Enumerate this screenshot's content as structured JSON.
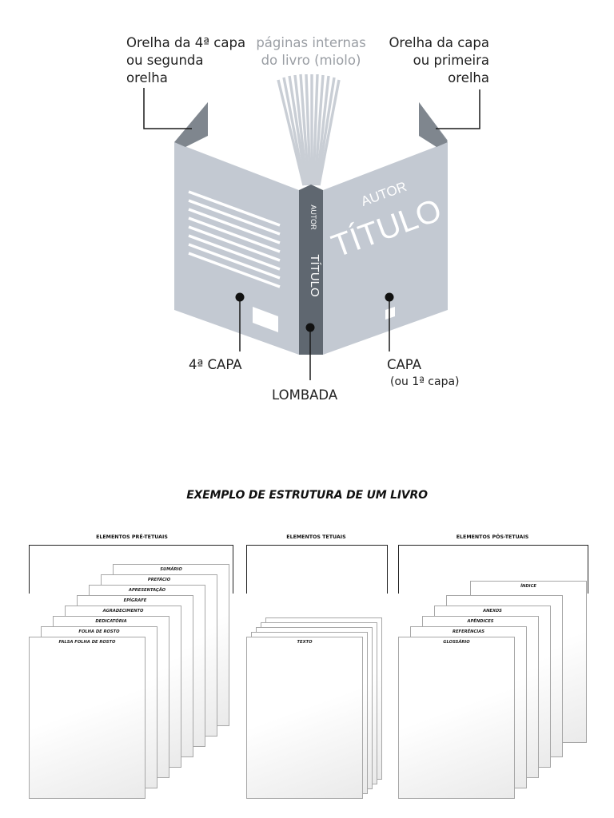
{
  "diagram": {
    "labels": {
      "back_flap": [
        "Orelha da 4ª capa",
        "ou segunda",
        "orelha"
      ],
      "inner_pages": [
        "páginas internas",
        "do livro (miolo)"
      ],
      "front_flap": [
        "Orelha da capa",
        "ou primeira",
        "orelha"
      ],
      "back_cover": "4ª CAPA",
      "spine": "LOMBADA",
      "front_cover": "CAPA",
      "front_cover_note": "(ou 1ª capa)"
    },
    "cover_text": {
      "author": "AUTOR",
      "title": "TÍTULO"
    },
    "spine_text": {
      "author": "AUTOR",
      "title": "TÍTULO"
    },
    "colors": {
      "cover": "#c3c9d2",
      "flap": "#8b929a",
      "spine": "#5f6770",
      "dot": "#111111"
    }
  },
  "structure": {
    "title": "EXEMPLO DE ESTRUTURA DE UM LIVRO",
    "groups": [
      {
        "label": "ELEMENTOS PRÉ-TETUAIS",
        "pages": [
          "FALSA FOLHA DE ROSTO",
          "FOLHA DE ROSTO",
          "DEDICATÓRIA",
          "AGRADECIMENTO",
          "EPÍGRAFE",
          "APRESENTAÇÃO",
          "PREFÁCIO",
          "SUMÁRIO"
        ]
      },
      {
        "label": "ELEMENTOS TETUAIS",
        "pages": [
          "TEXTO",
          "",
          "",
          "",
          ""
        ]
      },
      {
        "label": "ELEMENTOS PÓS-TETUAIS",
        "pages": [
          "GLOSSÁRIO",
          "REFERÊNCIAS",
          "APÊNDICES",
          "ANEXOS",
          "",
          "ÍNDICE"
        ]
      }
    ]
  }
}
